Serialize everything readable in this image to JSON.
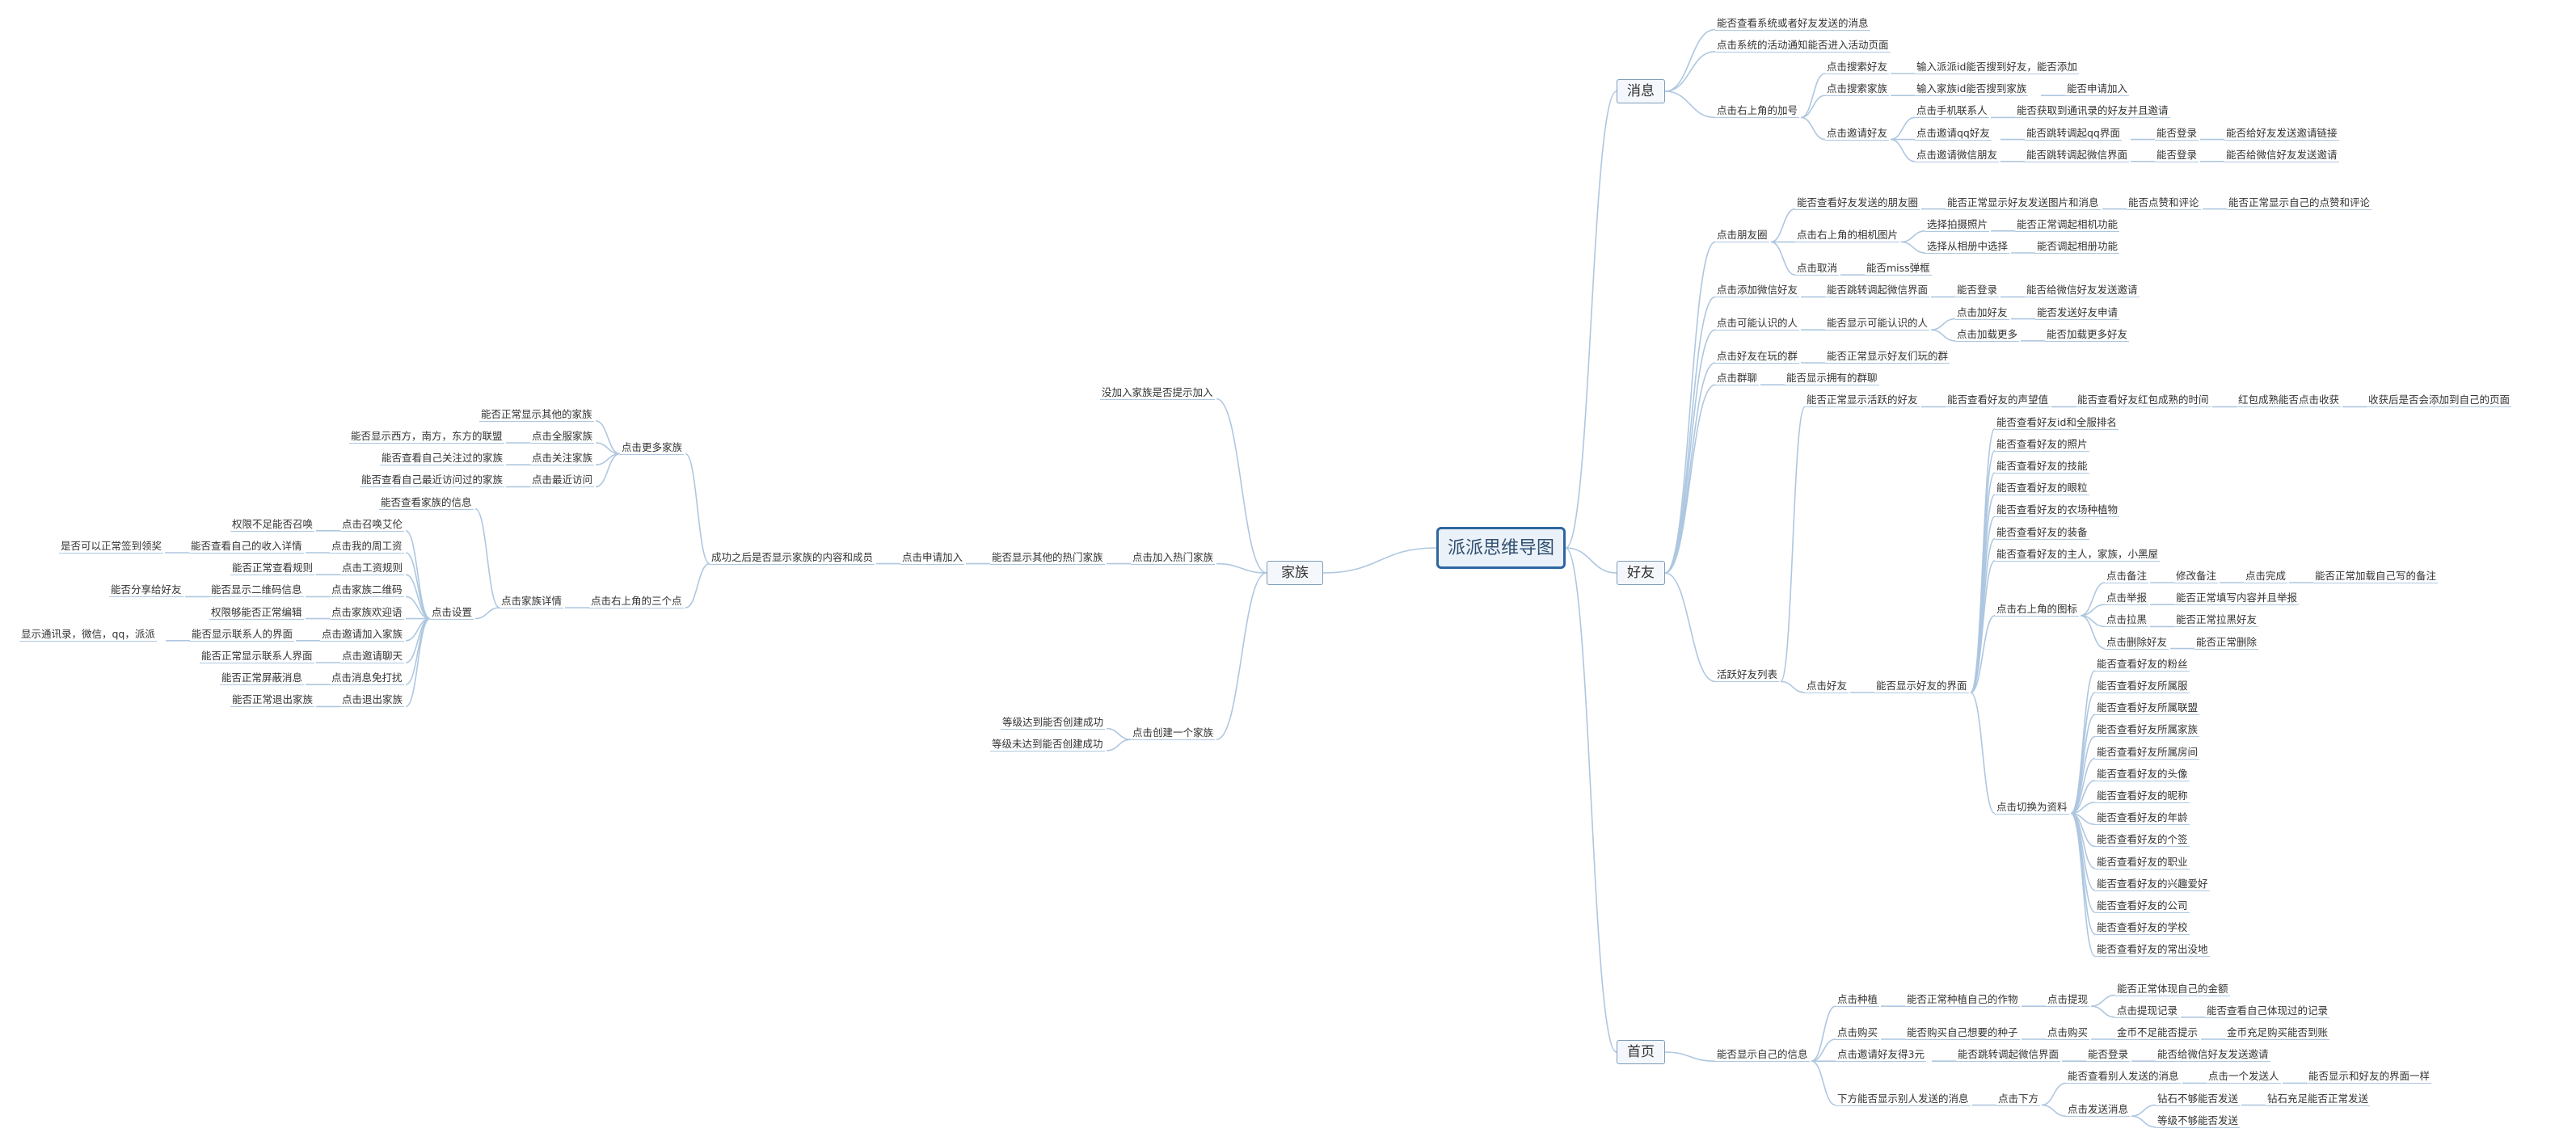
{
  "root": {
    "label": "派派思维导图"
  },
  "branches": [
    {
      "id": "xiaoxi",
      "label": "消息",
      "children": [
        {
          "label": "能否查看系统或者好友发送的消息"
        },
        {
          "label": "点击系统的活动通知能否进入活动页面"
        },
        {
          "label": "点击右上角的加号",
          "children": [
            {
              "label": "点击搜索好友",
              "children": [
                {
                  "label": "输入派派id能否搜到好友，能否添加"
                }
              ]
            },
            {
              "label": "点击搜索家族",
              "children": [
                {
                  "label": "输入家族id能否搜到家族",
                  "children": [
                    {
                      "label": "能否申请加入"
                    }
                  ]
                }
              ]
            },
            {
              "label": "点击邀请好友",
              "children": [
                {
                  "label": "点击手机联系人",
                  "children": [
                    {
                      "label": "能否获取到通讯录的好友并且邀请"
                    }
                  ]
                },
                {
                  "label": "点击邀请qq好友",
                  "children": [
                    {
                      "label": "能否跳转调起qq界面",
                      "children": [
                        {
                          "label": "能否登录",
                          "children": [
                            {
                              "label": "能否给好友发送邀请链接"
                            }
                          ]
                        }
                      ]
                    }
                  ]
                },
                {
                  "label": "点击邀请微信朋友",
                  "children": [
                    {
                      "label": "能否跳转调起微信界面",
                      "children": [
                        {
                          "label": "能否登录",
                          "children": [
                            {
                              "label": "能否给微信好友发送邀请"
                            }
                          ]
                        }
                      ]
                    }
                  ]
                }
              ]
            }
          ]
        }
      ]
    },
    {
      "id": "haoyou",
      "label": "好友",
      "children": [
        {
          "label": "点击朋友圈",
          "children": [
            {
              "label": "能否查看好友发送的朋友圈",
              "children": [
                {
                  "label": "能否正常显示好友发送图片和消息",
                  "children": [
                    {
                      "label": "能否点赞和评论",
                      "children": [
                        {
                          "label": "能否正常显示自己的点赞和评论"
                        }
                      ]
                    }
                  ]
                }
              ]
            },
            {
              "label": "点击右上角的相机图片",
              "children": [
                {
                  "label": "选择拍摄照片",
                  "children": [
                    {
                      "label": "能否正常调起相机功能"
                    }
                  ]
                },
                {
                  "label": "选择从相册中选择",
                  "children": [
                    {
                      "label": "能否调起相册功能"
                    }
                  ]
                }
              ]
            },
            {
              "label": "点击取消",
              "children": [
                {
                  "label": "能否miss弹框"
                }
              ]
            }
          ]
        },
        {
          "label": "点击添加微信好友",
          "children": [
            {
              "label": "能否跳转调起微信界面",
              "children": [
                {
                  "label": "能否登录",
                  "children": [
                    {
                      "label": "能否给微信好友发送邀请"
                    }
                  ]
                }
              ]
            }
          ]
        },
        {
          "label": "点击可能认识的人",
          "children": [
            {
              "label": "能否显示可能认识的人",
              "children": [
                {
                  "label": "点击加好友",
                  "children": [
                    {
                      "label": "能否发送好友申请"
                    }
                  ]
                },
                {
                  "label": "点击加载更多",
                  "children": [
                    {
                      "label": "能否加载更多好友"
                    }
                  ]
                }
              ]
            }
          ]
        },
        {
          "label": "点击好友在玩的群",
          "children": [
            {
              "label": "能否正常显示好友们玩的群"
            }
          ]
        },
        {
          "label": "点击群聊",
          "children": [
            {
              "label": "能否显示拥有的群聊"
            }
          ]
        },
        {
          "label": "活跃好友列表",
          "children": [
            {
              "label": "能否正常显示活跃的好友",
              "children": [
                {
                  "label": "能否查看好友的声望值",
                  "children": [
                    {
                      "label": "能否查看好友红包成熟的时间",
                      "children": [
                        {
                          "label": "红包成熟能否点击收获",
                          "children": [
                            {
                              "label": "收获后是否会添加到自己的页面"
                            }
                          ]
                        }
                      ]
                    }
                  ]
                }
              ]
            },
            {
              "label": "点击好友",
              "children": [
                {
                  "label": "能否显示好友的界面",
                  "children": [
                    {
                      "label": "能否查看好友id和全服排名"
                    },
                    {
                      "label": "能否查看好友的照片"
                    },
                    {
                      "label": "能否查看好友的技能"
                    },
                    {
                      "label": "能否查看好友的眼粒"
                    },
                    {
                      "label": "能否查看好友的农场种植物"
                    },
                    {
                      "label": "能否查看好友的装备"
                    },
                    {
                      "label": "能否查看好友的主人，家族，小黑屋"
                    },
                    {
                      "label": "点击右上角的图标",
                      "children": [
                        {
                          "label": "点击备注",
                          "children": [
                            {
                              "label": "修改备注",
                              "children": [
                                {
                                  "label": "点击完成",
                                  "children": [
                                    {
                                      "label": "能否正常加载自己写的备注"
                                    }
                                  ]
                                }
                              ]
                            }
                          ]
                        },
                        {
                          "label": "点击举报",
                          "children": [
                            {
                              "label": "能否正常填写内容并且举报"
                            }
                          ]
                        },
                        {
                          "label": "点击拉黑",
                          "children": [
                            {
                              "label": "能否正常拉黑好友"
                            }
                          ]
                        },
                        {
                          "label": "点击删除好友",
                          "children": [
                            {
                              "label": "能否正常删除"
                            }
                          ]
                        }
                      ]
                    },
                    {
                      "label": "点击切换为资料",
                      "children": [
                        {
                          "label": "能否查看好友的粉丝"
                        },
                        {
                          "label": "能否查看好友所属服"
                        },
                        {
                          "label": "能否查看好友所属联盟"
                        },
                        {
                          "label": "能否查看好友所属家族"
                        },
                        {
                          "label": "能否查看好友所属房间"
                        },
                        {
                          "label": "能否查看好友的头像"
                        },
                        {
                          "label": "能否查看好友的昵称"
                        },
                        {
                          "label": "能否查看好友的年龄"
                        },
                        {
                          "label": "能否查看好友的个签"
                        },
                        {
                          "label": "能否查看好友的职业"
                        },
                        {
                          "label": "能否查看好友的兴趣爱好"
                        },
                        {
                          "label": "能否查看好友的公司"
                        },
                        {
                          "label": "能否查看好友的学校"
                        },
                        {
                          "label": "能否查看好友的常出没地"
                        }
                      ]
                    }
                  ]
                }
              ]
            }
          ]
        }
      ]
    },
    {
      "id": "shouye",
      "label": "首页",
      "children": [
        {
          "label": "能否显示自己的信息",
          "children": [
            {
              "label": "点击种植",
              "children": [
                {
                  "label": "能否正常种植自己的作物",
                  "children": [
                    {
                      "label": "点击提现",
                      "children": [
                        {
                          "label": "能否正常体现自己的金额"
                        },
                        {
                          "label": "点击提现记录",
                          "children": [
                            {
                              "label": "能否查看自己体现过的记录"
                            }
                          ]
                        }
                      ]
                    }
                  ]
                }
              ]
            },
            {
              "label": "点击购买",
              "children": [
                {
                  "label": "能否购买自己想要的种子",
                  "children": [
                    {
                      "label": "点击购买",
                      "children": [
                        {
                          "label": "金币不足能否提示",
                          "children": [
                            {
                              "label": "金币充足购买能否到账"
                            }
                          ]
                        }
                      ]
                    }
                  ]
                }
              ]
            },
            {
              "label": "点击邀请好友得3元",
              "children": [
                {
                  "label": "能否跳转调起微信界面",
                  "children": [
                    {
                      "label": "能否登录",
                      "children": [
                        {
                          "label": "能否给微信好友发送邀请"
                        }
                      ]
                    }
                  ]
                }
              ]
            },
            {
              "label": "下方能否显示别人发送的消息",
              "children": [
                {
                  "label": "点击下方",
                  "children": [
                    {
                      "label": "能否查看别人发送的消息",
                      "children": [
                        {
                          "label": "点击一个发送人",
                          "children": [
                            {
                              "label": "能否显示和好友的界面一样"
                            }
                          ]
                        }
                      ]
                    },
                    {
                      "label": "点击发送消息",
                      "children": [
                        {
                          "label": "钻石不够能否发送",
                          "children": [
                            {
                              "label": "钻石充足能否正常发送"
                            }
                          ]
                        },
                        {
                          "label": "等级不够能否发送"
                        }
                      ]
                    }
                  ]
                }
              ]
            }
          ]
        }
      ]
    },
    {
      "id": "jiazu",
      "label": "家族",
      "children": [
        {
          "label": "没加入家族是否提示加入"
        },
        {
          "label": "点击加入热门家族",
          "children": [
            {
              "label": "能否显示其他的热门家族",
              "children": [
                {
                  "label": "点击申请加入",
                  "children": [
                    {
                      "label": "成功之后是否显示家族的内容和成员",
                      "children": [
                        {
                          "label": "点击更多家族",
                          "children": [
                            {
                              "label": "能否正常显示其他的家族"
                            },
                            {
                              "label": "点击全服家族",
                              "children": [
                                {
                                  "label": "能否显示西方，南方，东方的联盟"
                                }
                              ]
                            },
                            {
                              "label": "点击关注家族",
                              "children": [
                                {
                                  "label": "能否查看自己关注过的家族"
                                }
                              ]
                            },
                            {
                              "label": "点击最近访问",
                              "children": [
                                {
                                  "label": "能否查看自己最近访问过的家族"
                                }
                              ]
                            }
                          ]
                        },
                        {
                          "label": "点击右上角的三个点",
                          "children": [
                            {
                              "label": "点击家族详情",
                              "children": [
                                {
                                  "label": "能否查看家族的信息"
                                },
                                {
                                  "label": "点击设置",
                                  "children": [
                                    {
                                      "label": "点击召唤艾伦",
                                      "children": [
                                        {
                                          "label": "权限不足能否召唤"
                                        }
                                      ]
                                    },
                                    {
                                      "label": "点击我的周工资",
                                      "children": [
                                        {
                                          "label": "能否查看自己的收入详情",
                                          "children": [
                                            {
                                              "label": "是否可以正常签到领奖"
                                            }
                                          ]
                                        }
                                      ]
                                    },
                                    {
                                      "label": "点击工资规则",
                                      "children": [
                                        {
                                          "label": "能否正常查看规则"
                                        }
                                      ]
                                    },
                                    {
                                      "label": "点击家族二维码",
                                      "children": [
                                        {
                                          "label": "能否显示二维码信息",
                                          "children": [
                                            {
                                              "label": "能否分享给好友"
                                            }
                                          ]
                                        }
                                      ]
                                    },
                                    {
                                      "label": "点击家族欢迎语",
                                      "children": [
                                        {
                                          "label": "权限够能否正常编辑"
                                        }
                                      ]
                                    },
                                    {
                                      "label": "点击邀请加入家族",
                                      "children": [
                                        {
                                          "label": "能否显示联系人的界面",
                                          "children": [
                                            {
                                              "label": "显示通讯录，微信，qq，派派"
                                            }
                                          ]
                                        }
                                      ]
                                    },
                                    {
                                      "label": "点击邀请聊天",
                                      "children": [
                                        {
                                          "label": "能否正常显示联系人界面"
                                        }
                                      ]
                                    },
                                    {
                                      "label": "点击消息免打扰",
                                      "children": [
                                        {
                                          "label": "能否正常屏蔽消息"
                                        }
                                      ]
                                    },
                                    {
                                      "label": "点击退出家族",
                                      "children": [
                                        {
                                          "label": "能否正常退出家族"
                                        }
                                      ]
                                    }
                                  ]
                                }
                              ]
                            }
                          ]
                        }
                      ]
                    }
                  ]
                }
              ]
            }
          ]
        },
        {
          "label": "点击创建一个家族",
          "children": [
            {
              "label": "等级达到能否创建成功"
            },
            {
              "label": "等级未达到能否创建成功"
            }
          ]
        }
      ]
    }
  ]
}
